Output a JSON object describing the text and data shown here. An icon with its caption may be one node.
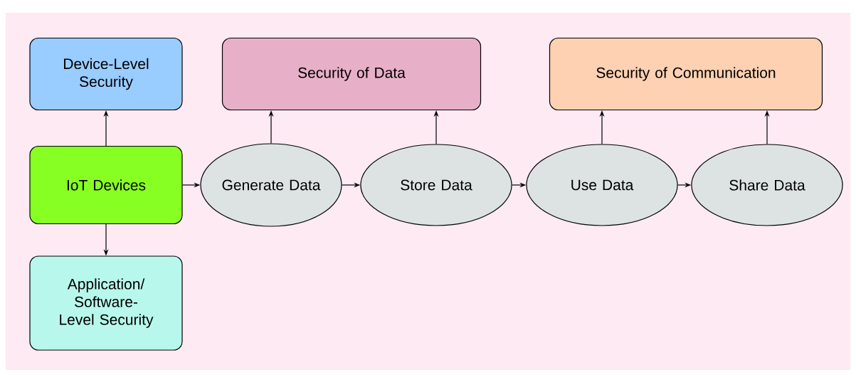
{
  "diagram": {
    "nodes": [
      {
        "text": [
          "Device-Level Security"
        ]
      },
      {
        "text": [
          "Security of Data"
        ]
      },
      {
        "text": [
          "Security of Communication"
        ]
      },
      {
        "text": [
          "IoT Devices"
        ]
      },
      {
        "text": [
          "Generate Data"
        ]
      },
      {
        "text": [
          "Store Data"
        ]
      },
      {
        "text": [
          "Use Data"
        ]
      },
      {
        "text": [
          "Share Data"
        ]
      },
      {
        "text": [
          "Application/ Software-Level Security"
        ]
      }
    ],
    "edges": [
      {
        "from": 3,
        "to": 0,
        "arrow": "to"
      },
      {
        "from": 3,
        "to": 8,
        "arrow": "to"
      },
      {
        "from": 3,
        "to": 4,
        "arrow": "to"
      },
      {
        "from": 4,
        "to": 1,
        "arrow": "to"
      },
      {
        "from": 5,
        "to": 1,
        "arrow": "to"
      },
      {
        "from": 4,
        "to": 5,
        "arrow": "to"
      },
      {
        "from": 5,
        "to": 6,
        "arrow": "to"
      },
      {
        "from": 6,
        "to": 2,
        "arrow": "to"
      },
      {
        "from": 7,
        "to": 2,
        "arrow": "to"
      },
      {
        "from": 6,
        "to": 7,
        "arrow": "to"
      }
    ]
  }
}
